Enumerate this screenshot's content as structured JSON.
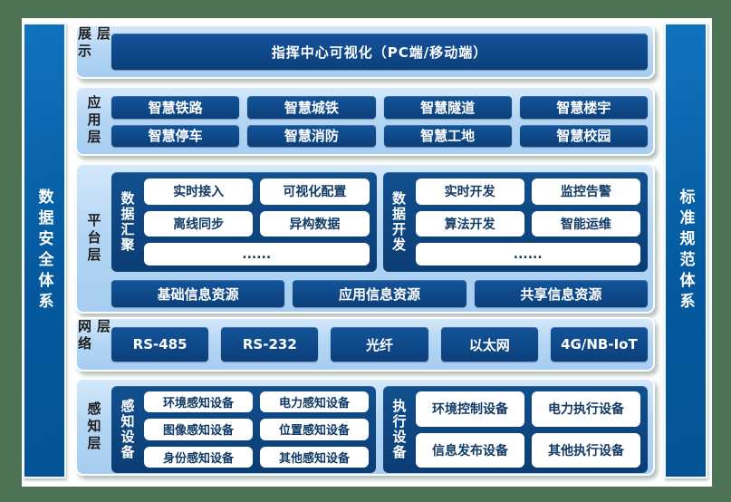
{
  "colors": {
    "frame_green": "#4d7254",
    "inner_white": "#ffffff",
    "pillar_blue": "#05599e",
    "panel_light_blue": "#b4d6f4",
    "box_navy": "#0b3f7a",
    "pill_text_navy": "#123a66"
  },
  "left_pillar": {
    "label": "数据安全体系"
  },
  "right_pillar": {
    "label": "标准规范体系"
  },
  "layers": {
    "display": {
      "label": "展示层",
      "box": "指挥中心可视化（PC端/移动端）"
    },
    "application": {
      "label": "应用层",
      "items": [
        "智慧铁路",
        "智慧城铁",
        "智慧隧道",
        "智慧楼宇",
        "智慧停车",
        "智慧消防",
        "智慧工地",
        "智慧校园"
      ]
    },
    "platform": {
      "label": "平台层",
      "groups": [
        {
          "title": "数据汇聚",
          "items": [
            "实时接入",
            "可视化配置",
            "离线同步",
            "异构数据"
          ],
          "more": "......"
        },
        {
          "title": "数据开发",
          "items": [
            "实时开发",
            "监控告警",
            "算法开发",
            "智能运维"
          ],
          "more": "......"
        }
      ],
      "resources": [
        "基础信息资源",
        "应用信息资源",
        "共享信息资源"
      ]
    },
    "network": {
      "label": "网络层",
      "items": [
        "RS-485",
        "RS-232",
        "光纤",
        "以太网",
        "4G/NB-IoT"
      ]
    },
    "perception": {
      "label": "感知层",
      "groups": [
        {
          "title": "感知设备",
          "items": [
            "环境感知设备",
            "电力感知设备",
            "图像感知设备",
            "位置感知设备",
            "身份感知设备",
            "其他感知设备"
          ]
        },
        {
          "title": "执行设备",
          "items": [
            "环境控制设备",
            "电力执行设备",
            "信息发布设备",
            "其他执行设备"
          ]
        }
      ]
    }
  }
}
